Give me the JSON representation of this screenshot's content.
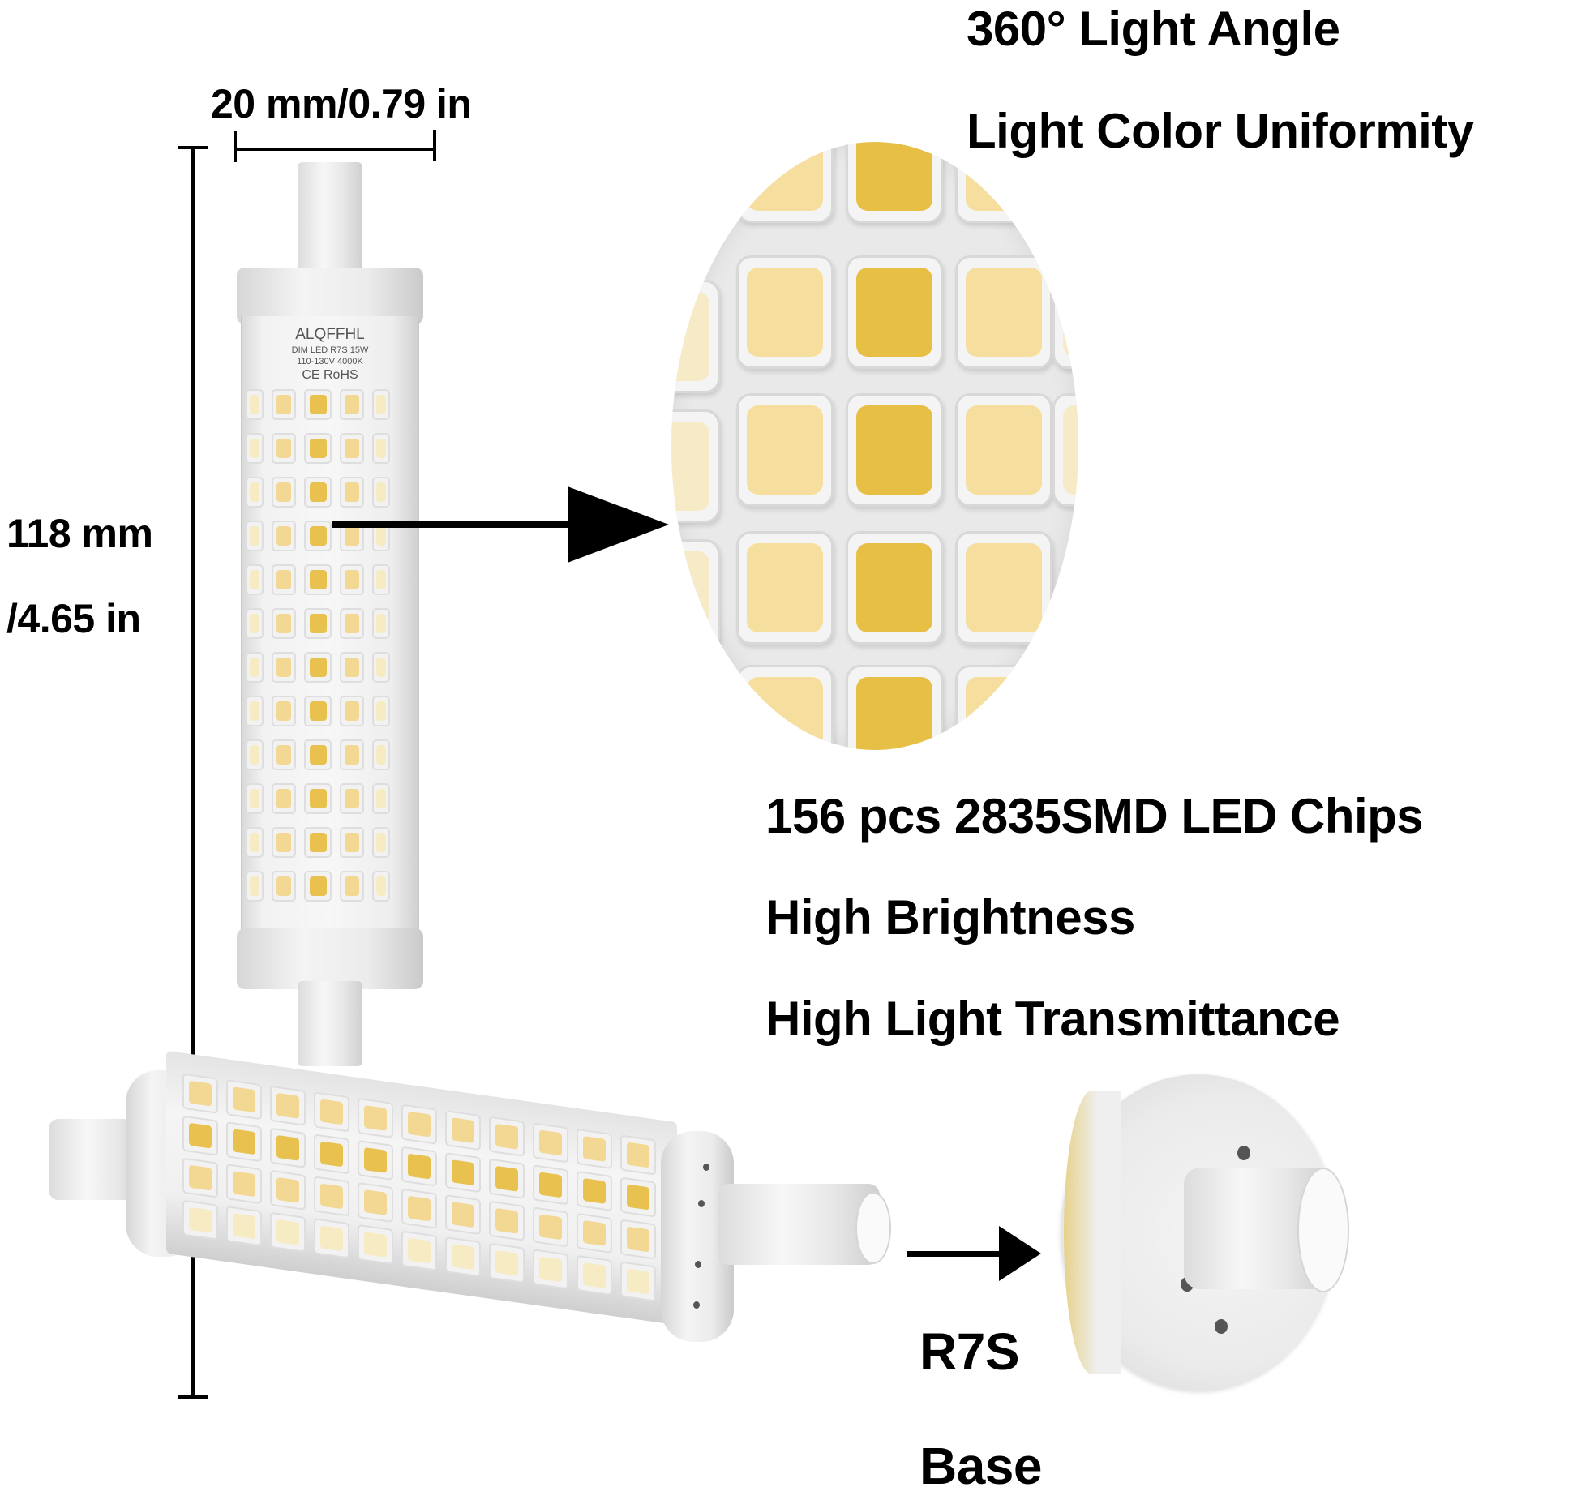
{
  "features_top": {
    "line1": "360° Light Angle",
    "line2": "Light Color Uniformity"
  },
  "dimensions": {
    "width_label": "20 mm/0.79 in",
    "height_label_line1": "118 mm",
    "height_label_line2": "/4.65 in"
  },
  "bulb_label": {
    "brand": "ALQFFHL",
    "model": "DIM LED R7S 15W",
    "rating": "110-130V 4000K",
    "certs": "CE RoHS"
  },
  "features_middle": {
    "line1": "156 pcs 2835SMD LED Chips",
    "line2": "High Brightness",
    "line3": "High Light Transmittance"
  },
  "base_label": {
    "line1": "R7S",
    "line2": "Base"
  },
  "colors": {
    "background": "#ffffff",
    "text": "#000000",
    "led_warm": "#e8c14f",
    "led_light": "#f3d894",
    "bulb_body": "#f2f2f2"
  }
}
